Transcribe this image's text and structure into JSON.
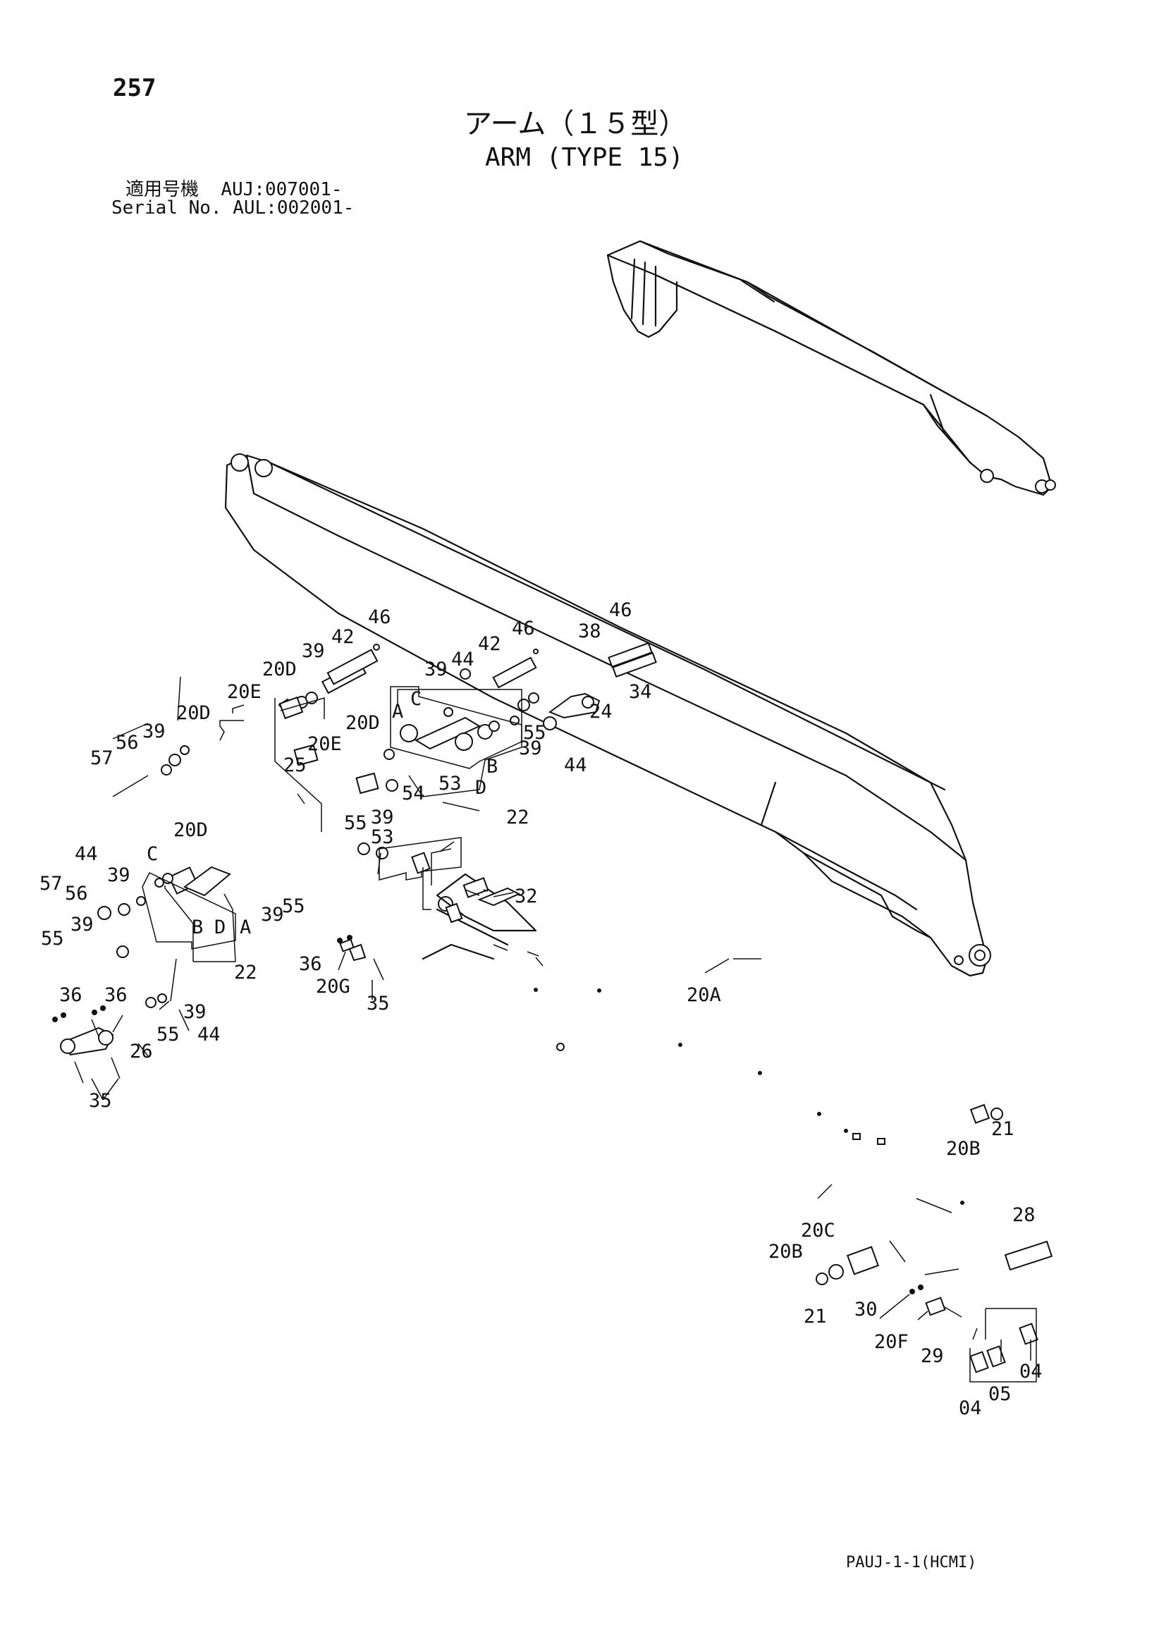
{
  "page_number": "257",
  "title_ja": "アーム（１５型）",
  "title_en": "ARM (TYPE 15)",
  "serial": {
    "label_ja": "適用号機",
    "model_code": "AUJ:007001-",
    "label_en": "Serial No.",
    "serial_code": "AUL:002001-"
  },
  "footer_code": "PAUJ-1-1(HCMI)",
  "callouts": [
    "46",
    "42",
    "39",
    "20D",
    "20E",
    "46",
    "42",
    "44",
    "39",
    "C",
    "A",
    "20D",
    "20E",
    "25",
    "20D",
    "39",
    "56",
    "57",
    "46",
    "38",
    "34",
    "24",
    "55",
    "39",
    "44",
    "B",
    "D",
    "22",
    "55",
    "39",
    "54",
    "53",
    "53",
    "20D",
    "C",
    "44",
    "39",
    "56",
    "57",
    "39",
    "55",
    "B",
    "D",
    "A",
    "22",
    "39",
    "55",
    "32",
    "36",
    "20G",
    "35",
    "36",
    "36",
    "55",
    "39",
    "44",
    "26",
    "35",
    "20A",
    "20B",
    "21",
    "28",
    "20C",
    "20B",
    "21",
    "30",
    "20F",
    "29",
    "04",
    "05",
    "04"
  ]
}
